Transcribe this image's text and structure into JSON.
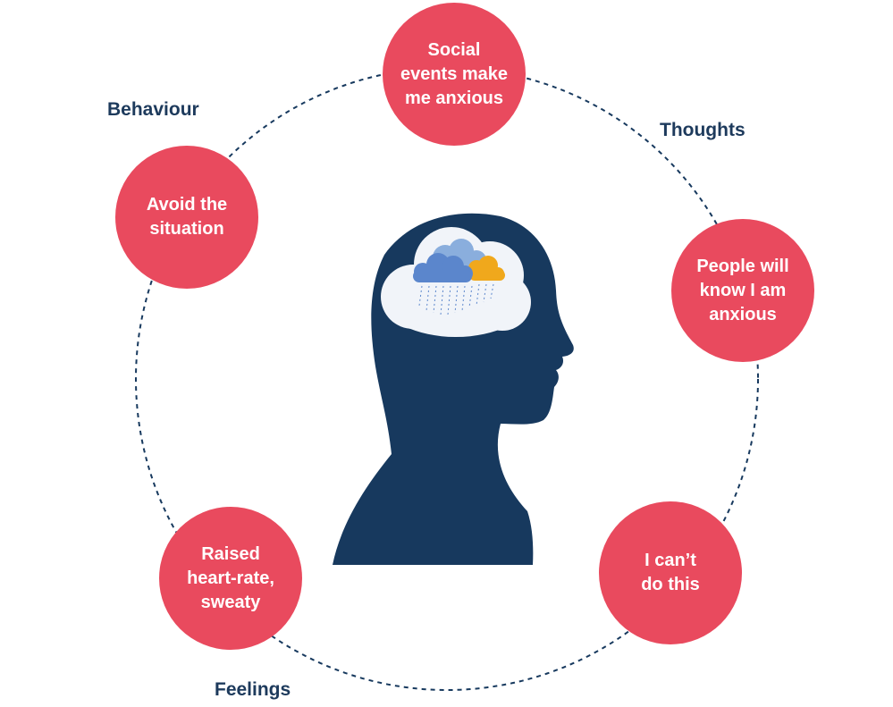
{
  "colors": {
    "node_fill": "#e94a5e",
    "node_text": "#ffffff",
    "label_text": "#1d3a5c",
    "head": "#17395e",
    "dashed_ring": "#17395e",
    "thought_cloud": "#f1f4f9",
    "rain_cloud_blue": "#5b86cc",
    "rain_cloud_light": "#8aaedd",
    "sun_cloud": "#f0a81c"
  },
  "icons": [
    "head-silhouette-icon",
    "thought-cloud-icon",
    "rain-cloud-icon"
  ],
  "labels": {
    "behaviour": "Behaviour",
    "thoughts": "Thoughts",
    "feelings": "Feelings"
  },
  "nodes": {
    "social_events": "Social\nevents make\nme anxious",
    "people_will_know": "People will\nknow I am\nanxious",
    "cant_do_this": "I can’t\ndo this",
    "raised_heart_rate": "Raised\nheart-rate,\nsweaty",
    "avoid_situation": "Avoid the\nsituation"
  }
}
